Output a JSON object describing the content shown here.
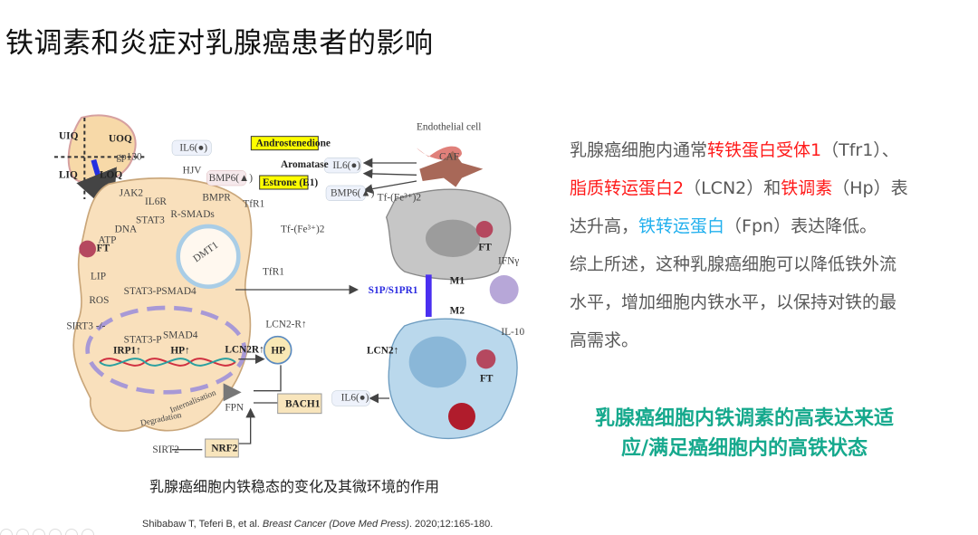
{
  "title": "铁调素和炎症对乳腺癌患者的影响",
  "body": {
    "line1": {
      "a": "乳腺癌细胞内通常",
      "b": "转铁蛋白受体1",
      "c": "（Tfr1）、"
    },
    "line2": {
      "a": "脂质转运蛋白2",
      "b": "（LCN2）和",
      "c": "铁调素",
      "d": "（Hp）表"
    },
    "line3": {
      "a": "达升高，",
      "b": "铁转运蛋白",
      "c": "（Fpn）表达降低。"
    },
    "line4": "综上所述，这种乳腺癌细胞可以降低铁外流",
    "line5": "水平，增加细胞内铁水平，以保持对铁的最",
    "line6": "高需求。"
  },
  "highlight": {
    "line1": "乳腺癌细胞内铁调素的高表达来适",
    "line2": "应/满足癌细胞内的高铁状态"
  },
  "caption": "乳腺癌细胞内铁稳态的变化及其微环境的作用",
  "citation": {
    "authors": "Shibabaw T, Teferi B, et al. ",
    "journal": "Breast Cancer (Dove Med Press)",
    "rest": ". 2020;12:165-180."
  },
  "colors": {
    "red": "#ff1a1a",
    "blue": "#22b0ee",
    "green": "#16a98d",
    "text": "#595959"
  },
  "diagram": {
    "uiq": "UIQ",
    "uoq": "UOQ",
    "liq": "LIQ",
    "loq": "LOQ",
    "gp130": "gp130",
    "il6": "IL6(●)",
    "androstenedione": "Androstenedione",
    "aromatase": "Aromatase",
    "estrone": "Estrone (E1)",
    "il6_2": "IL6(●)",
    "bmp6_2": "BMP6(▲)",
    "endothelial": "Endothelial cell",
    "caf": "CAF",
    "hjv": "HJV",
    "bmp6": "BMP6(▲)",
    "jak2": "JAK2",
    "il6r": "IL6R",
    "bmpr": "BMPR",
    "tfr1": "TfR1",
    "stat3": "STAT3",
    "rsmads": "R-SMADs",
    "dna": "DNA",
    "tffe": "Tf-(Fe³⁺)2",
    "atp": "ATP",
    "ft": "FT",
    "dmt1": "DMT1",
    "lip": "LIP",
    "tfr1_2": "TfR1",
    "ros": "ROS",
    "stat3p": "STAT3-P",
    "smad4": "SMAD4",
    "s1p": "S1P/S1PR1",
    "m1": "M1",
    "ft_m1": "FT",
    "ifng": "IFNγ",
    "tffe_2": "Tf-(Fe³⁺)2",
    "m2": "M2",
    "lcn2r": "LCN2-R↑",
    "sirt3": "SIRT3 -/-",
    "stat3p_2": "STAT3-P",
    "smad4_2": "SMAD4",
    "il10": "IL-10",
    "irp1": "IRP1↑",
    "hp_up": "HP↑",
    "lcn2r_up": "LCN2R↑",
    "hp": "HP",
    "lcn2": "LCN2↑",
    "ft_m2": "FT",
    "il6_3": "IL6(●)",
    "bach1": "BACH1",
    "fpn": "FPN",
    "internalisation": "Internalisation",
    "degradation": "Degradation",
    "sirt2": "SIRT2",
    "nrf2": "NRF2"
  }
}
